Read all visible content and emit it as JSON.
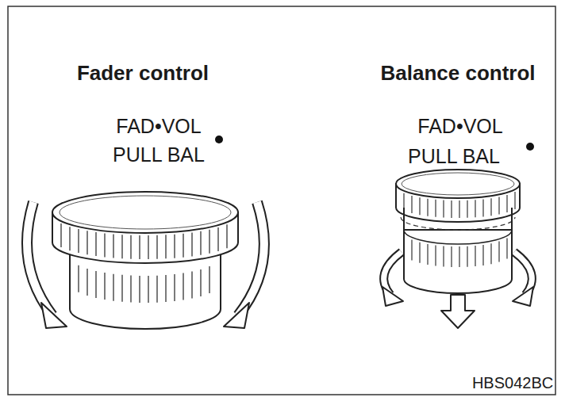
{
  "diagram": {
    "labels": [
      "Fader control",
      "FAD•VOL",
      "PULL BAL",
      "Balance control",
      "FAD•VOL",
      "PULL BAL",
      "HBS042BC"
    ]
  }
}
